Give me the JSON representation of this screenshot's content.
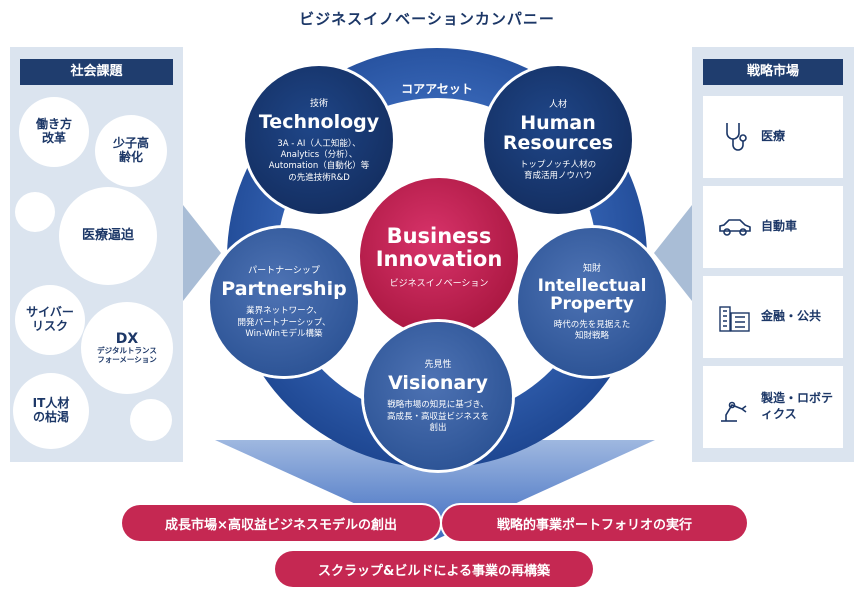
{
  "title": "ビジネスイノベーションカンパニー",
  "left_panel": {
    "header": "社会課題",
    "issues": [
      "働き方改革",
      "少子高齢化",
      "医療逼迫",
      "サイバーリスク",
      "DX",
      "デジタルトランスフォーメーション",
      "IT人材の枯渇"
    ]
  },
  "right_panel": {
    "header": "戦略市場",
    "markets": [
      {
        "label": "医療",
        "icon": "stethoscope-icon"
      },
      {
        "label": "自動車",
        "icon": "car-icon"
      },
      {
        "label": "金融・公共",
        "icon": "building-icon"
      },
      {
        "label": "製造・ロボティクス",
        "icon": "robot-arm-icon"
      }
    ]
  },
  "ring_label": "コアアセット",
  "center": {
    "en_line1": "Business",
    "en_line2": "Innovation",
    "jp": "ビジネスイノベーション"
  },
  "assets": {
    "technology": {
      "jp": "技術",
      "en": "Technology",
      "desc": [
        "3A - AI（人工知能）、",
        "Analytics（分析）、",
        "Automation（自動化）等",
        "の先進技術R&D"
      ]
    },
    "human": {
      "jp": "人材",
      "en_line1": "Human",
      "en_line2": "Resources",
      "desc": [
        "トップノッチ人材の",
        "育成活用ノウハウ"
      ]
    },
    "partnership": {
      "jp": "パートナーシップ",
      "en": "Partnership",
      "desc": [
        "業界ネットワーク、",
        "開発パートナーシップ、",
        "Win-Winモデル構築"
      ]
    },
    "ip": {
      "jp": "知財",
      "en_line1": "Intellectual",
      "en_line2": "Property",
      "desc": [
        "時代の先を見据えた",
        "知財戦略"
      ]
    },
    "visionary": {
      "jp": "先見性",
      "en": "Visionary",
      "desc": [
        "戦略市場の知見に基づき、",
        "高成長・高収益ビジネスを",
        "創出"
      ]
    }
  },
  "outcomes": [
    "成長市場×高収益ビジネスモデルの創出",
    "戦略的事業ポートフォリオの実行",
    "スクラップ&ビルドによる事業の再構築"
  ],
  "colors": {
    "navy": "#142f62",
    "ring": "#2452a0",
    "panel": "#dbe4ef",
    "accent": "#c52852"
  }
}
